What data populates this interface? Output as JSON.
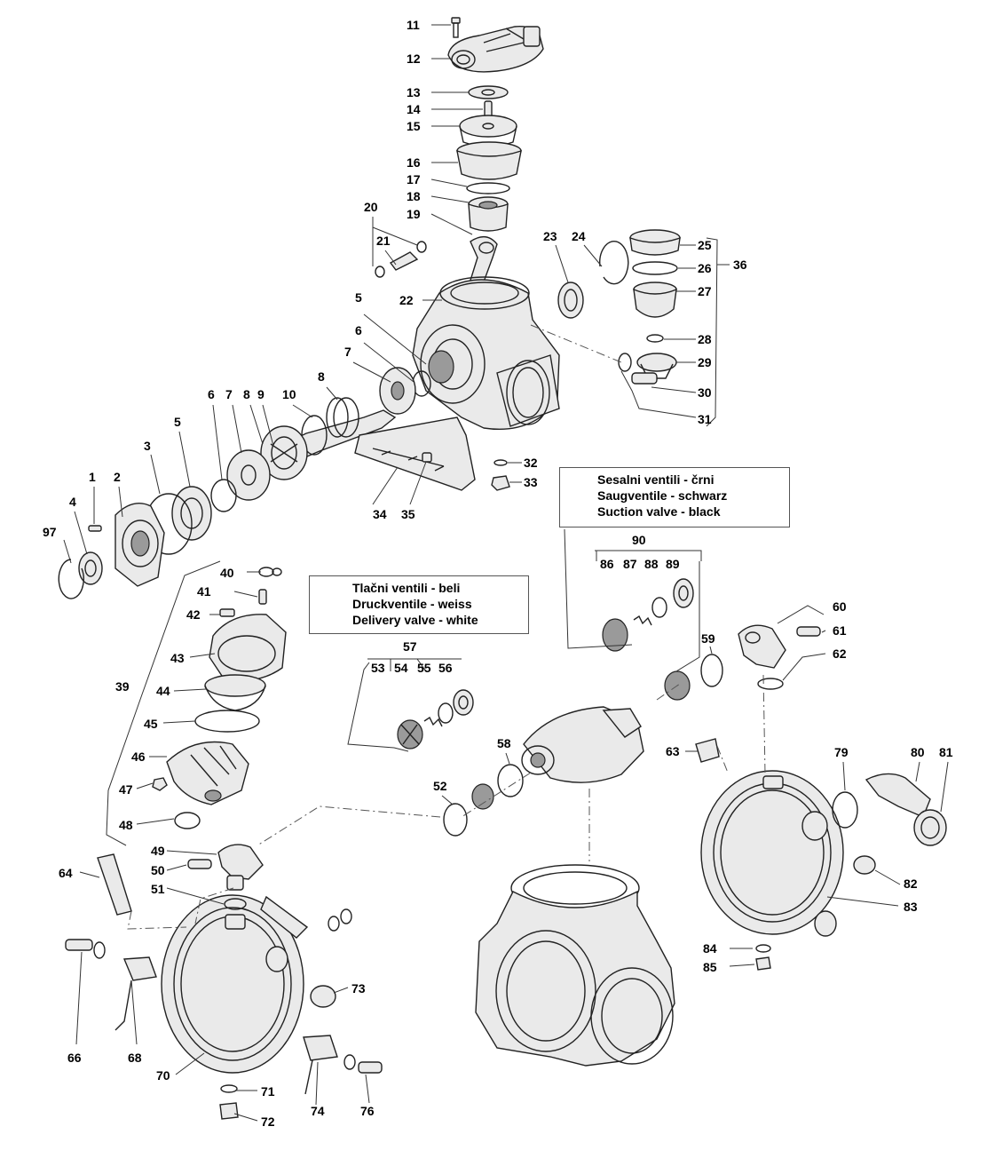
{
  "callouts": {
    "suction": [
      "Sesalni ventili - črni",
      "Saugventile - schwarz",
      "Suction valve - black"
    ],
    "delivery": [
      "Tlačni ventili - beli",
      "Druckventile - weiss",
      "Delivery valve - white"
    ]
  },
  "labels": {
    "l1": "1",
    "l2": "2",
    "l3": "3",
    "l4": "4",
    "l5a": "5",
    "l5b": "5",
    "l6a": "6",
    "l6b": "6",
    "l7a": "7",
    "l7b": "7",
    "l8a": "8",
    "l8b": "8",
    "l9": "9",
    "l10": "10",
    "l11": "11",
    "l12": "12",
    "l13": "13",
    "l14": "14",
    "l15": "15",
    "l16": "16",
    "l17": "17",
    "l18": "18",
    "l19": "19",
    "l20": "20",
    "l21": "21",
    "l22": "22",
    "l23": "23",
    "l24": "24",
    "l25": "25",
    "l26": "26",
    "l27": "27",
    "l28": "28",
    "l29": "29",
    "l30": "30",
    "l31": "31",
    "l32": "32",
    "l33": "33",
    "l34": "34",
    "l35": "35",
    "l36": "36",
    "l39": "39",
    "l40": "40",
    "l41": "41",
    "l42": "42",
    "l43": "43",
    "l44": "44",
    "l45": "45",
    "l46": "46",
    "l47": "47",
    "l48": "48",
    "l49": "49",
    "l50": "50",
    "l51": "51",
    "l52": "52",
    "l53": "53",
    "l54": "54",
    "l55": "55",
    "l56": "56",
    "l57": "57",
    "l58": "58",
    "l59": "59",
    "l60": "60",
    "l61": "61",
    "l62": "62",
    "l63": "63",
    "l64": "64",
    "l66": "66",
    "l68": "68",
    "l70": "70",
    "l71": "71",
    "l72": "72",
    "l73": "73",
    "l74": "74",
    "l76": "76",
    "l79": "79",
    "l80": "80",
    "l81": "81",
    "l82": "82",
    "l83": "83",
    "l84": "84",
    "l85": "85",
    "l86": "86",
    "l87": "87",
    "l88": "88",
    "l89": "89",
    "l90": "90",
    "l97": "97"
  }
}
